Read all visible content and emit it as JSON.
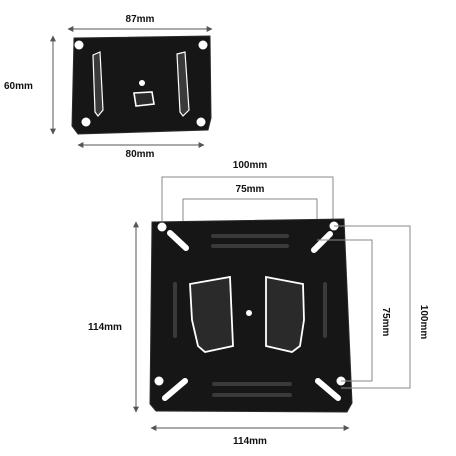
{
  "colors": {
    "plate": "#161616",
    "plate_edge": "#2b2b2b",
    "dimension_line": "#8a8a8a",
    "label": "#111111",
    "hole": "#ffffff"
  },
  "top_bracket": {
    "width_top_label": "87mm",
    "width_bottom_label": "80mm",
    "height_label": "60mm"
  },
  "bottom_bracket": {
    "outer_width_label": "100mm",
    "inner_width_label": "75mm",
    "plate_height_label": "114mm",
    "plate_width_label": "114mm",
    "inner_height_label": "75mm",
    "outer_height_label": "100mm"
  }
}
